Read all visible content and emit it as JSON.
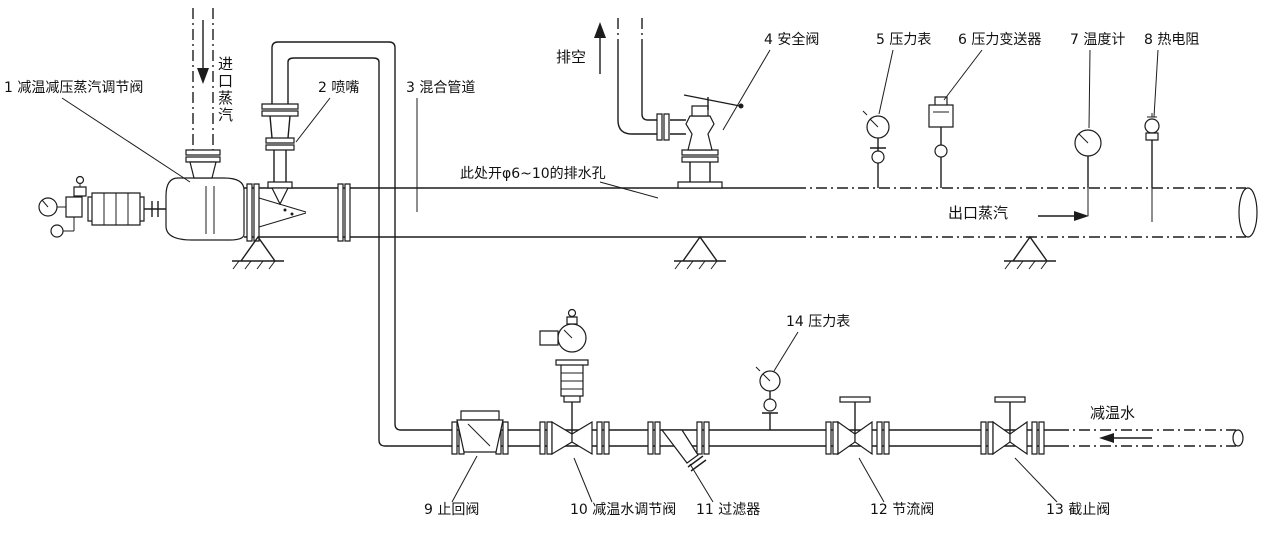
{
  "labels": {
    "item1": "1 减温减压蒸汽调节阀",
    "item2": "2 喷嘴",
    "item3": "3 混合管道",
    "item4": "4 安全阀",
    "item5": "5 压力表",
    "item6": "6 压力变送器",
    "item7": "7 温度计",
    "item8": "8 热电阻",
    "item9": "9 止回阀",
    "item10": "10 减温水调节阀",
    "item11": "11 过滤器",
    "item12": "12 节流阀",
    "item13": "13 截止阀",
    "item14": "14 压力表"
  },
  "flow": {
    "inlet_steam": "进口蒸汽",
    "outlet_steam": "出口蒸汽",
    "vent": "排空",
    "cooling_water": "减温水"
  },
  "notes": {
    "drain_hole": "此处开φ6~10的排水孔"
  },
  "colors": {
    "line": "#1c1c1c",
    "background": "#ffffff"
  }
}
